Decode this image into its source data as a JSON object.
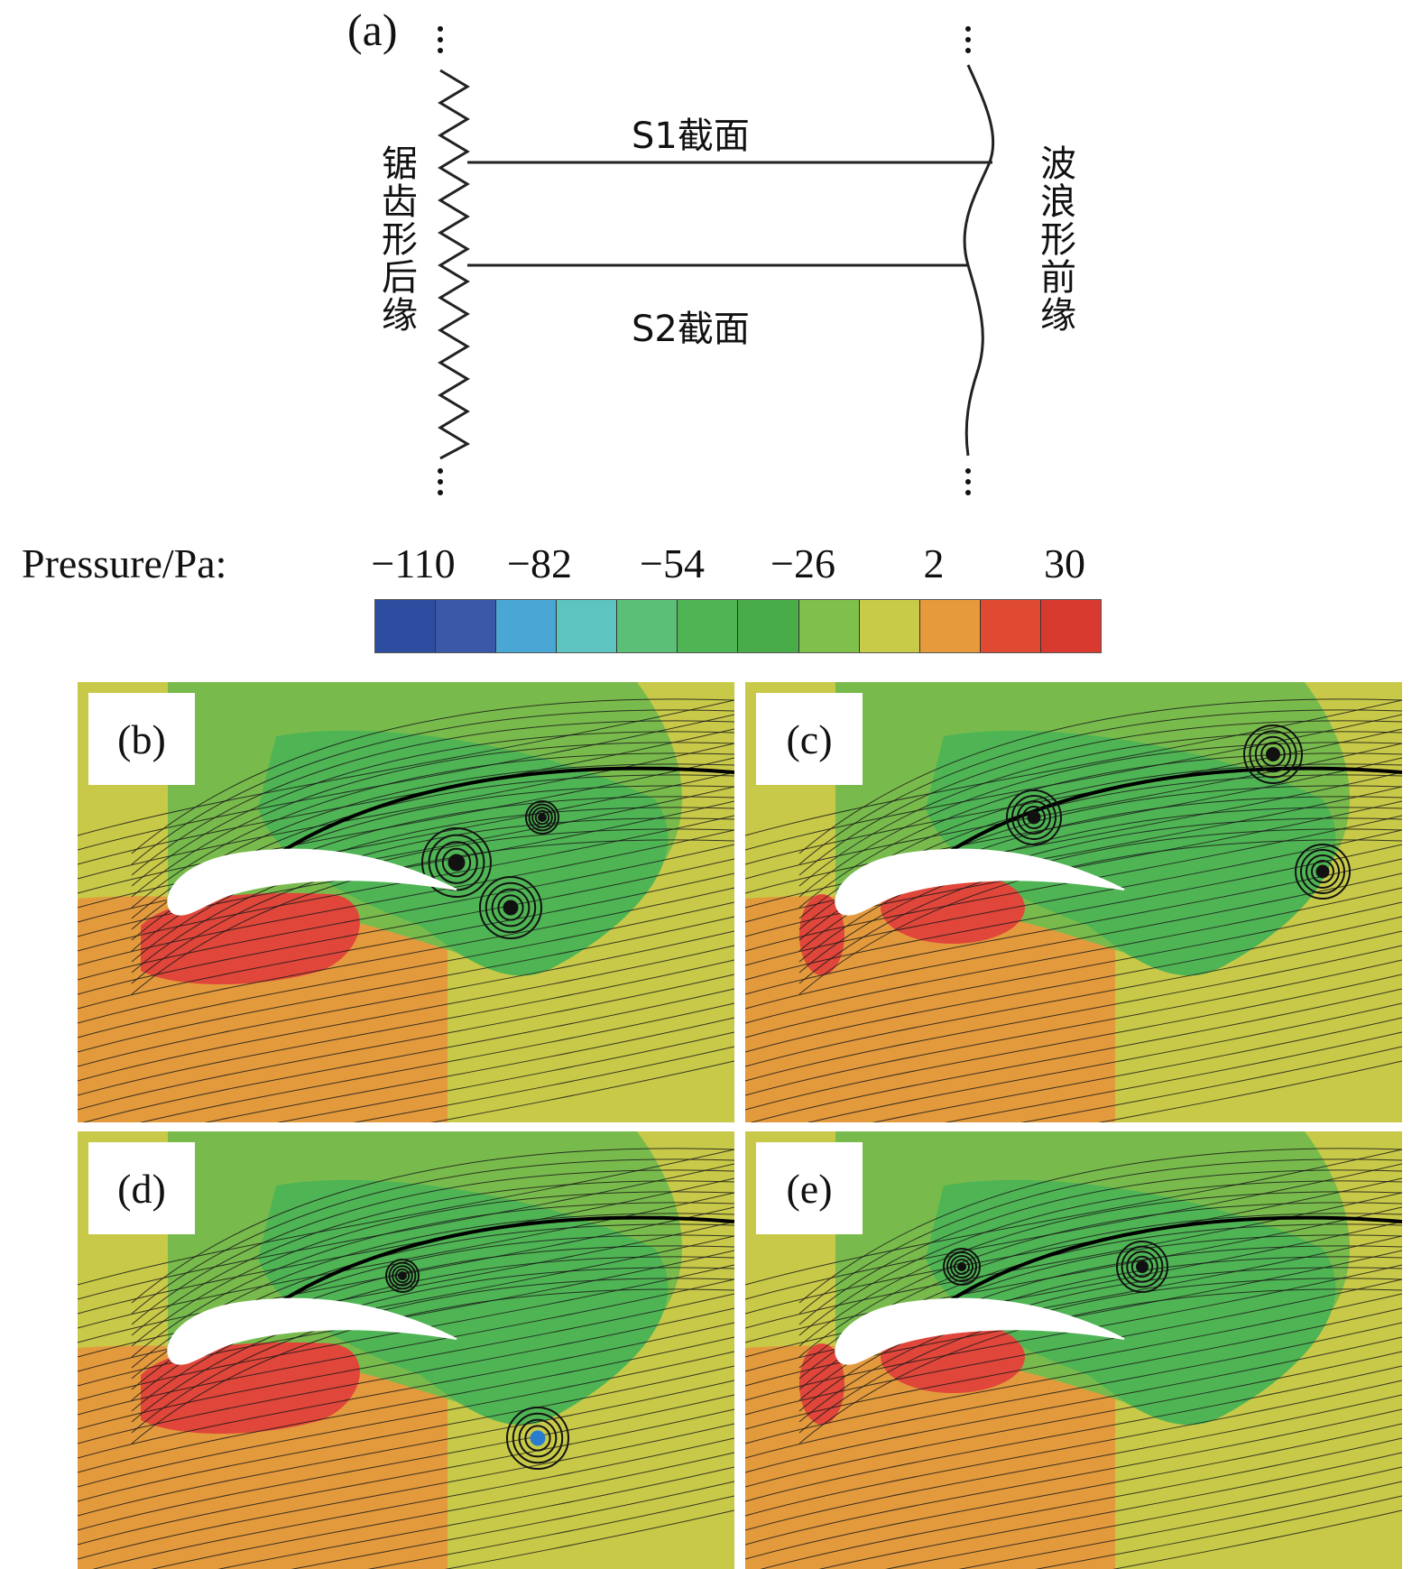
{
  "schematic": {
    "tag": "(a)",
    "trailing_edge_label": "锯齿形后缘",
    "leading_edge_label": "波浪形前缘",
    "s1_label": "S1截面",
    "s2_label": "S2截面"
  },
  "colorbar": {
    "title": "Pressure/Pa:",
    "ticks": [
      "−110",
      "−82",
      "−54",
      "−26",
      "2",
      "30"
    ],
    "colors": [
      "#2c4da0",
      "#3a57a8",
      "#4aa6d4",
      "#5ec4bf",
      "#5bbf78",
      "#4fb454",
      "#48ad48",
      "#7ec04a",
      "#c8cb48",
      "#e69a3c",
      "#e14a32",
      "#d93a30"
    ]
  },
  "panels": [
    {
      "tag": "(b)"
    },
    {
      "tag": "(c)"
    },
    {
      "tag": "(d)"
    },
    {
      "tag": "(e)"
    }
  ]
}
